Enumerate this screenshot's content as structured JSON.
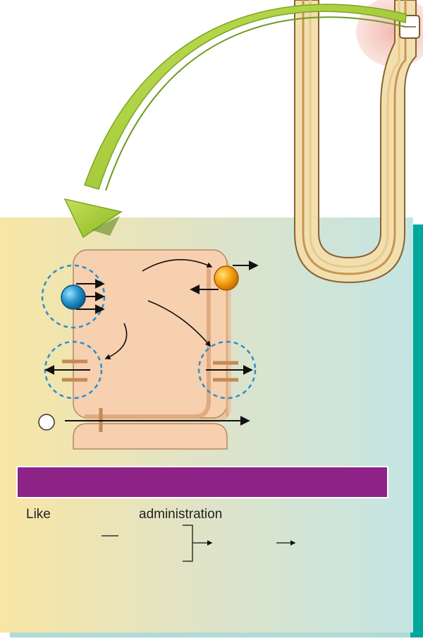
{
  "labels": {
    "like": "Like",
    "administration": "administration"
  },
  "colors": {
    "panel_left": "#f8e6a4",
    "panel_mid": "#dfe3c8",
    "panel_right": "#c4e5e3",
    "panel_edge": "#00a79d",
    "cell_fill": "#f7d0b0",
    "cell_stroke": "#c59870",
    "tubule_outer": "#d8b070",
    "tubule_inner": "#f2dfb0",
    "arrow_green": "#9bc82b",
    "banner_purple": "#8d2386",
    "sphere_blue": "#1f8fc4",
    "sphere_orange": "#f5a010",
    "dashed_circle": "#2a8fd0",
    "channel_tan": "#c28a55"
  },
  "icons": [
    "blue-sphere-transporter",
    "orange-sphere-pump",
    "ion-channel",
    "white-circle-molecule"
  ]
}
